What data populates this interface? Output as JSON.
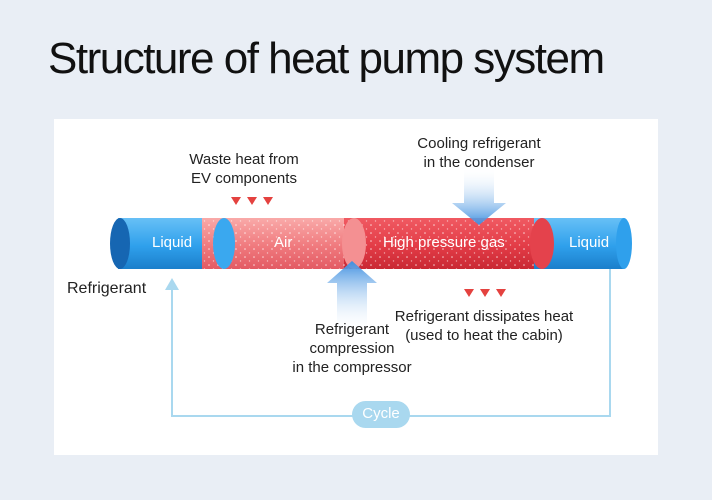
{
  "title": "Structure of heat pump system",
  "labels": {
    "cooling": [
      "Cooling refrigerant",
      "in the condenser"
    ],
    "waste_heat": [
      "Waste heat from",
      "EV components"
    ],
    "compression": [
      "Refrigerant",
      "compression",
      "in the compressor"
    ],
    "dissipates": [
      "Refrigerant dissipates heat",
      "(used to heat the cabin)"
    ],
    "refrigerant": "Refrigerant",
    "cycle": "Cycle"
  },
  "pipe": {
    "liquid_left": "Liquid",
    "air": "Air",
    "gas": "High pressure gas",
    "liquid_right": "Liquid"
  },
  "colors": {
    "liquid": "#2fa0ec",
    "air": "#f07a7e",
    "gas": "#e33c47",
    "cycle": "#a9d8ef",
    "arrow": "#3e8fe0",
    "heat_marker": "#e4423f"
  }
}
